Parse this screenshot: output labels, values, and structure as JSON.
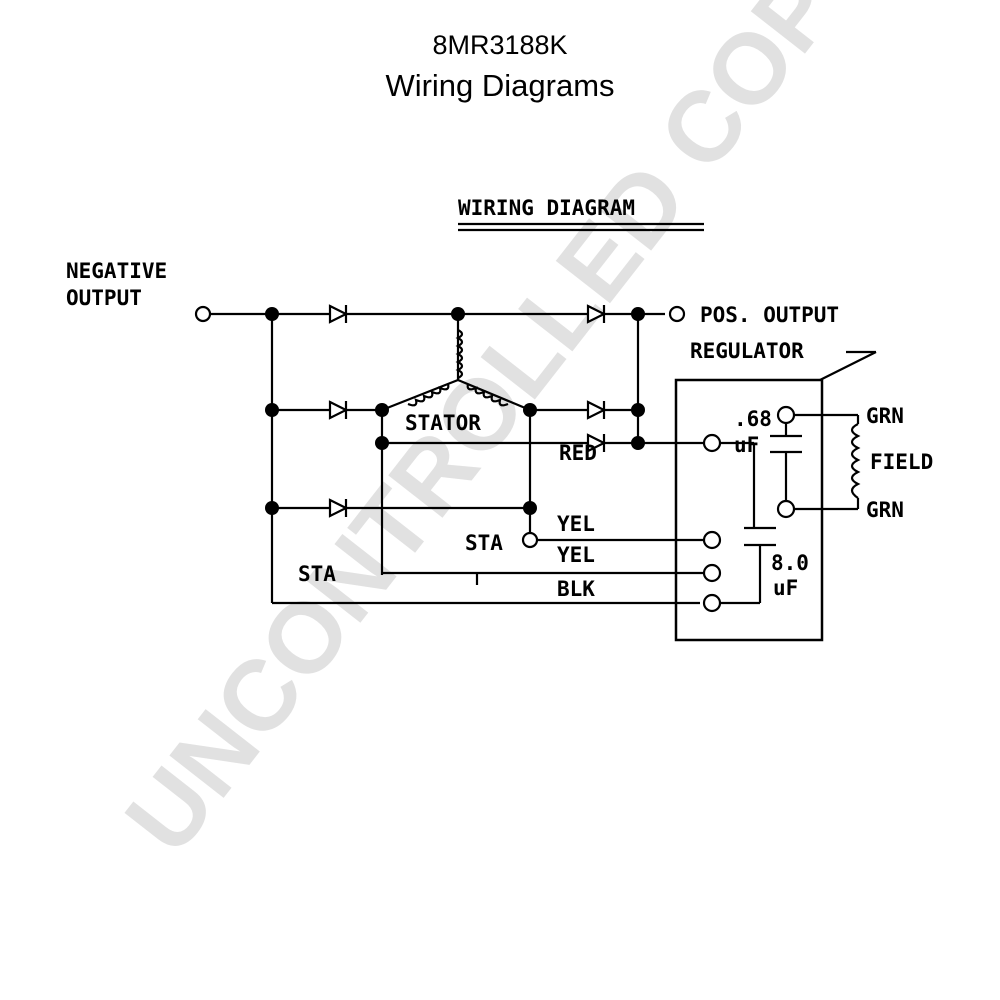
{
  "header": {
    "part_number": "8MR3188K",
    "subtitle": "Wiring Diagrams"
  },
  "diagram": {
    "heading": "WIRING DIAGRAM",
    "labels": {
      "negative_output_1": "NEGATIVE",
      "negative_output_2": "OUTPUT",
      "pos_output": "POS. OUTPUT",
      "regulator": "REGULATOR",
      "stator": "STATOR",
      "red": "RED",
      "yel_1": "YEL",
      "yel_2": "YEL",
      "blk": "BLK",
      "sta_1": "STA",
      "sta_2": "STA",
      "cap_small_value": ".68",
      "cap_small_unit": "uF",
      "cap_large_value": "8.0",
      "cap_large_unit": "uF",
      "grn_top": "GRN",
      "grn_bottom": "GRN",
      "field": "FIELD"
    }
  },
  "watermark": "UNCONTROLLED COPY"
}
